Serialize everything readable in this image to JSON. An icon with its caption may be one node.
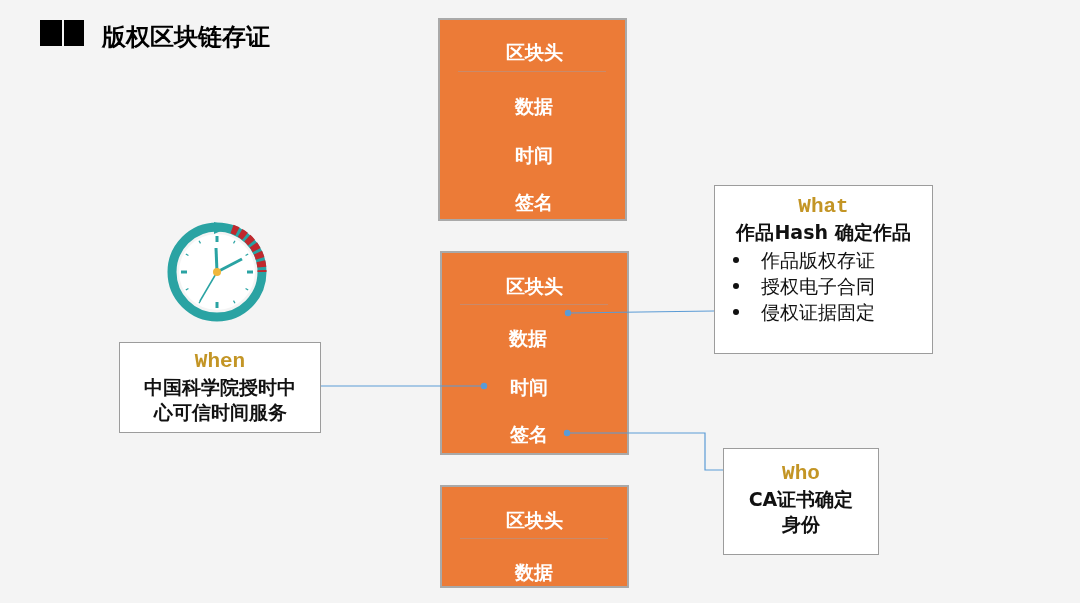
{
  "diagram": {
    "title": "版权区块链存证",
    "nodes": [
      {
        "text": [],
        "shape": "box"
      },
      {
        "text": [
          "区块头"
        ],
        "in": 0
      },
      {
        "text": [
          "数据"
        ],
        "in": 0
      },
      {
        "text": [
          "时间"
        ],
        "in": 0
      },
      {
        "text": [
          "签名"
        ],
        "in": 0
      },
      {
        "text": [],
        "shape": "box"
      },
      {
        "text": [
          "区块头"
        ],
        "in": 5
      },
      {
        "text": [
          "数据"
        ],
        "in": 5
      },
      {
        "text": [
          "时间"
        ],
        "in": 5
      },
      {
        "text": [
          "签名"
        ],
        "in": 5
      },
      {
        "text": [],
        "shape": "box"
      },
      {
        "text": [
          "区块头"
        ],
        "in": 10
      },
      {
        "text": [
          "数据"
        ],
        "in": 10
      },
      {
        "text": [
          "When",
          "中国科学院授时中心可信时间服务"
        ]
      },
      {
        "text": [
          "What",
          "作品Hash 确定作品",
          "作品版权存证",
          "授权电子合同",
          "侵权证据固定"
        ]
      },
      {
        "text": [
          "Who",
          "CA证书确定身份"
        ]
      }
    ],
    "edges": [
      {
        "from": 13,
        "to": 8,
        "arrow": "other"
      },
      {
        "from": 14,
        "to": 7,
        "arrow": "other"
      },
      {
        "from": 15,
        "to": 9,
        "arrow": "other"
      }
    ]
  }
}
